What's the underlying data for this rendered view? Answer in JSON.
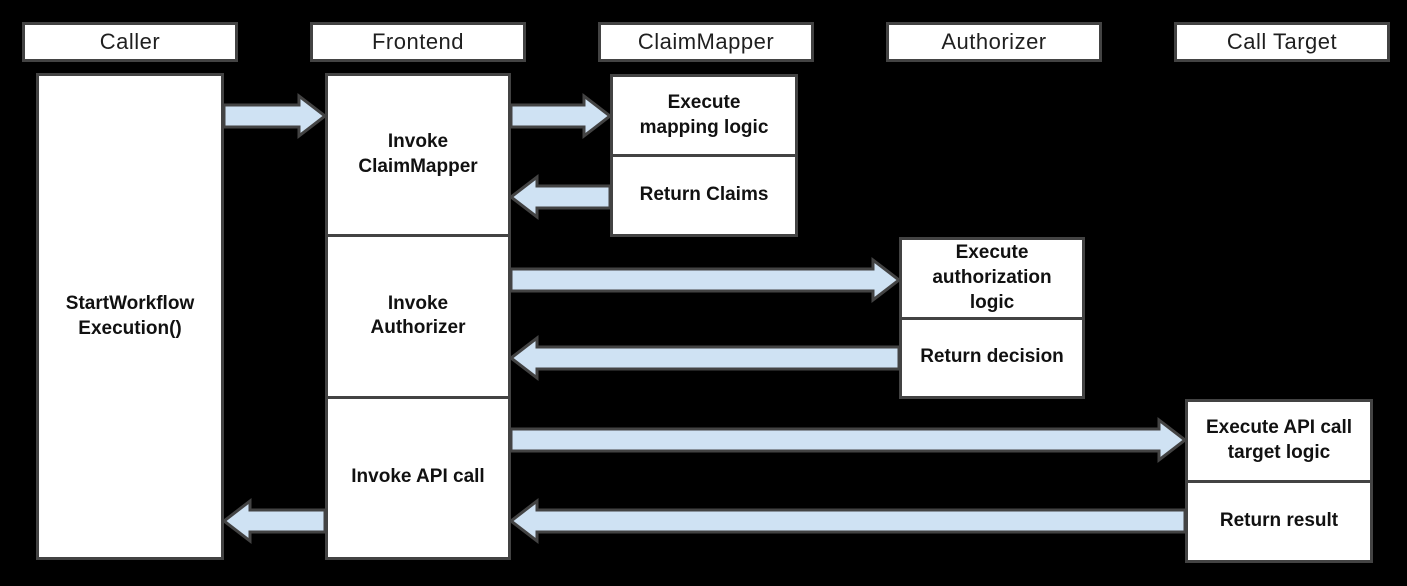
{
  "colors": {
    "background": "#000000",
    "box_fill": "#ffffff",
    "box_border": "#434343",
    "arrow_fill": "#cfe2f3",
    "arrow_outline": "#434343",
    "text": "#111111"
  },
  "lanes": [
    {
      "id": "caller",
      "label": "Caller"
    },
    {
      "id": "frontend",
      "label": "Frontend"
    },
    {
      "id": "claim_mapper",
      "label": "ClaimMapper"
    },
    {
      "id": "authorizer",
      "label": "Authorizer"
    },
    {
      "id": "call_target",
      "label": "Call Target"
    }
  ],
  "activations": {
    "caller": {
      "label": "StartWorkflow\nExecution()"
    },
    "frontend": {
      "sections": [
        {
          "label": "Invoke\nClaimMapper"
        },
        {
          "label": "Invoke\nAuthorizer"
        },
        {
          "label": "Invoke API call"
        }
      ]
    },
    "claim_mapper": {
      "sections": [
        {
          "label": "Execute\nmapping logic"
        },
        {
          "label": "Return Claims"
        }
      ]
    },
    "authorizer": {
      "sections": [
        {
          "label": "Execute\nauthorization\nlogic"
        },
        {
          "label": "Return decision"
        }
      ]
    },
    "call_target": {
      "sections": [
        {
          "label": "Execute API call\ntarget logic"
        },
        {
          "label": "Return result"
        }
      ]
    }
  },
  "arrows": [
    {
      "name": "caller-to-frontend",
      "from": "Caller",
      "to": "Frontend",
      "direction": "right"
    },
    {
      "name": "frontend-to-claimmapper",
      "from": "Frontend",
      "to": "ClaimMapper",
      "direction": "right"
    },
    {
      "name": "claimmapper-return-to-frontend",
      "from": "ClaimMapper",
      "to": "Frontend",
      "direction": "left"
    },
    {
      "name": "frontend-to-authorizer",
      "from": "Frontend",
      "to": "Authorizer",
      "direction": "right"
    },
    {
      "name": "authorizer-return-to-frontend",
      "from": "Authorizer",
      "to": "Frontend",
      "direction": "left"
    },
    {
      "name": "frontend-to-calltarget",
      "from": "Frontend",
      "to": "Call Target",
      "direction": "right"
    },
    {
      "name": "calltarget-return-to-frontend",
      "from": "Call Target",
      "to": "Frontend",
      "direction": "left"
    },
    {
      "name": "frontend-return-to-caller",
      "from": "Frontend",
      "to": "Caller",
      "direction": "left"
    }
  ]
}
